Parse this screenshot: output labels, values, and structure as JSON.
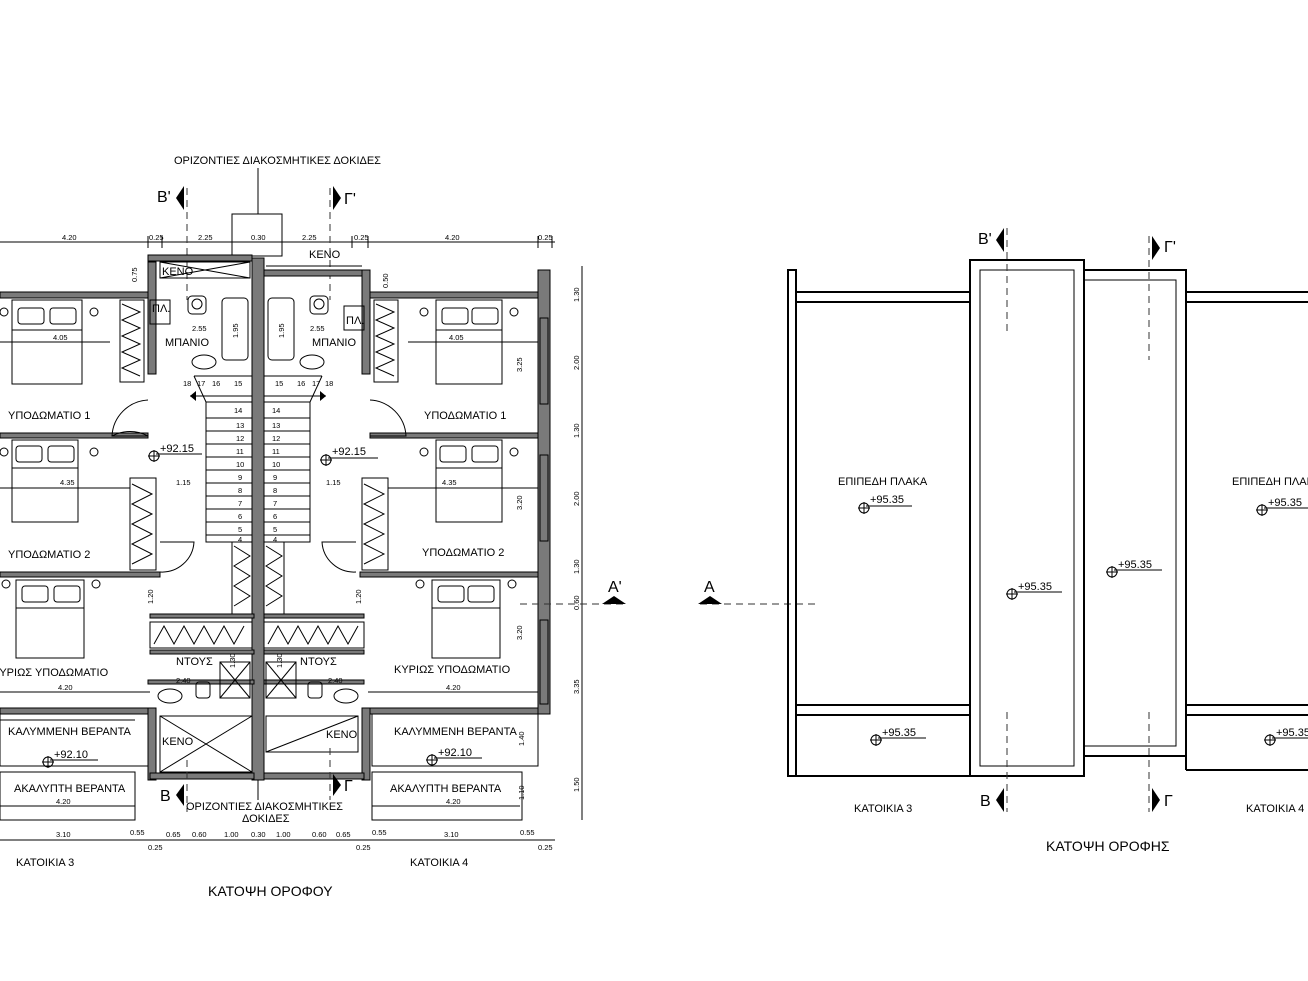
{
  "title_floor": "ΚΑΤΟΨΗ ΟΡΟΦΟΥ",
  "title_roof": "ΚΑΤΟΨΗ ΟΡΟΦΗΣ",
  "beams_top": "ΟΡΙΖΟΝΤΙΕΣ ΔΙΑΚΟΣΜΗΤΙΚΕΣ ΔΟΚΙΔΕΣ",
  "beams_bottom_1": "ΟΡΙΖΟΝΤΙΕΣ ΔΙΑΚΟΣΜΗΤΙΚΕΣ",
  "beams_bottom_2": "ΔΟΚΙΔΕΣ",
  "house3": "ΚΑΤΟΙΚΙΑ 3",
  "house4": "ΚΑΤΟΙΚΙΑ 4",
  "house4_roof": "ΚΑΤΟΙΚΙΑ 4",
  "rooms": {
    "void": "ΚΕΝΟ",
    "bath": "ΜΠΑΝΙΟ",
    "pl": "ΠΛ.",
    "bed1": "ΥΠΟΔΩΜΑΤΙΟ 1",
    "bed2": "ΥΠΟΔΩΜΑΤΙΟ 2",
    "master": "ΚΥΡΙΩΣ ΥΠΟΔΩΜΑΤΙΟ",
    "master_cut": "ΚΥΡΙΩΣ ΥΠΟΔΩΜΑΤΙΟ",
    "shower": "ΝΤΟΥΣ",
    "covered": "ΚΑΛΥΜΜΕΝΗ ΒΕΡΑΝΤΑ",
    "open": "ΑΚΑΛΥΠΤΗ ΒΕΡΑΝΤΑ",
    "slab": "ΕΠΙΠΕΔΗ ΠΛΑΚΑ"
  },
  "levels": {
    "floor": "+92.15",
    "veranda": "+92.10",
    "roof": "+95.35"
  },
  "sections": {
    "b_top": "Β'",
    "g_top": "Γ'",
    "b_bottom": "Β",
    "g_bottom": "Γ",
    "a": "Α",
    "a_prime": "Α'"
  },
  "dims_top": [
    "4.20",
    "0.25",
    "2.25",
    "0.30",
    "2.25",
    "0.25",
    "4.20",
    "0.25"
  ],
  "dims_bottom": [
    "3.10",
    "0.55",
    "0.25",
    "0.65",
    "0.60",
    "1.00",
    "0.30",
    "1.00",
    "0.60",
    "0.65",
    "0.55",
    "0.25",
    "3.10",
    "0.55",
    "0.25"
  ],
  "dims_right": [
    "1.30",
    "2.00",
    "1.30",
    "2.00",
    "1.30",
    "0.60",
    "3.35",
    "1.50"
  ],
  "dims_right_inner": [
    "3.25",
    "3.20",
    "3.20",
    "1.40",
    "1.10"
  ],
  "dims_inner": {
    "d_405": "4.05",
    "d_255": "2.55",
    "d_195": "1.95",
    "d_435": "4.35",
    "d_115": "1.15",
    "d_120": "1.20",
    "d_420": "4.20",
    "d_240": "2.40",
    "d_130": "1.30",
    "d_075": "0.75",
    "d_050": "0.50"
  },
  "stair_steps_left": [
    "14",
    "13",
    "12",
    "11",
    "10",
    "9",
    "8",
    "7",
    "6",
    "5",
    "4"
  ],
  "stair_steps_top_left": [
    "18",
    "17",
    "16",
    "15"
  ],
  "stair_steps_top_right": [
    "15",
    "16",
    "17",
    "18"
  ],
  "colors": {
    "line": "#000000",
    "wall": "#7a7a7a",
    "background": "#ffffff"
  }
}
